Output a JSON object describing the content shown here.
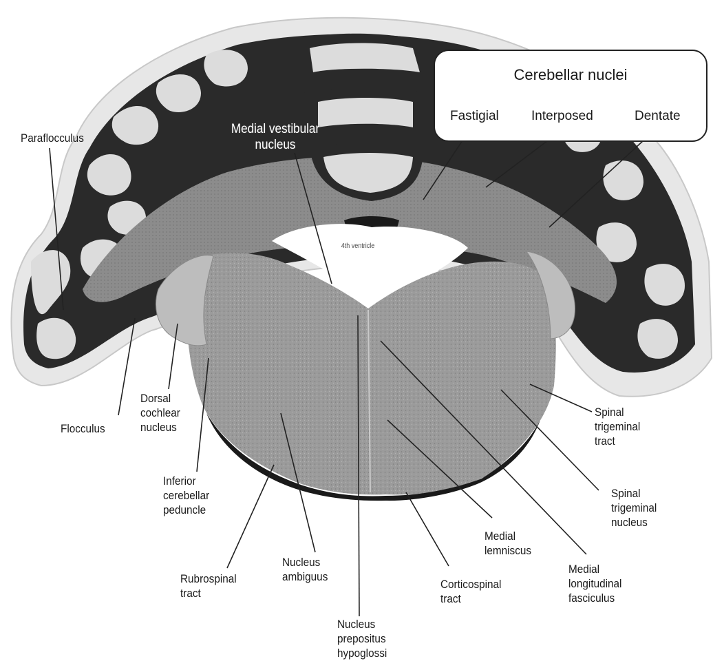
{
  "box": {
    "title": "Cerebellar nuclei",
    "fastigial": "Fastigial",
    "interposed": "Interposed",
    "dentate": "Dentate"
  },
  "labels": {
    "paraflocculus": "Paraflocculus",
    "medial_vestibular": "Medial vestibular\nnucleus",
    "fourth_ventricle": "4th ventricle",
    "flocculus": "Flocculus",
    "dorsal_cochlear": "Dorsal\ncochlear\nnucleus",
    "inferior_cerebellar": "Inferior\ncerebellar\npeduncle",
    "rubrospinal": "Rubrospinal\ntract",
    "nucleus_ambiguus": "Nucleus\nambiguus",
    "nucleus_prepositus": "Nucleus\nprepositus\nhypoglossi",
    "corticospinal": "Corticospinal\ntract",
    "medial_lemniscus": "Medial\nlemniscus",
    "medial_longitudinal": "Medial\nlongitudinal\nfasciculus",
    "spinal_trigeminal_nucleus": "Spinal\ntrigeminal\nnucleus",
    "spinal_trigeminal_tract": "Spinal\ntrigeminal\ntract"
  },
  "colors": {
    "folia_dark": "#1c1c1c",
    "folia_light": "#d9d9d9",
    "white_matter": "#8a8a8a",
    "brainstem": "#9a9a9a",
    "leader_line": "#222222"
  }
}
